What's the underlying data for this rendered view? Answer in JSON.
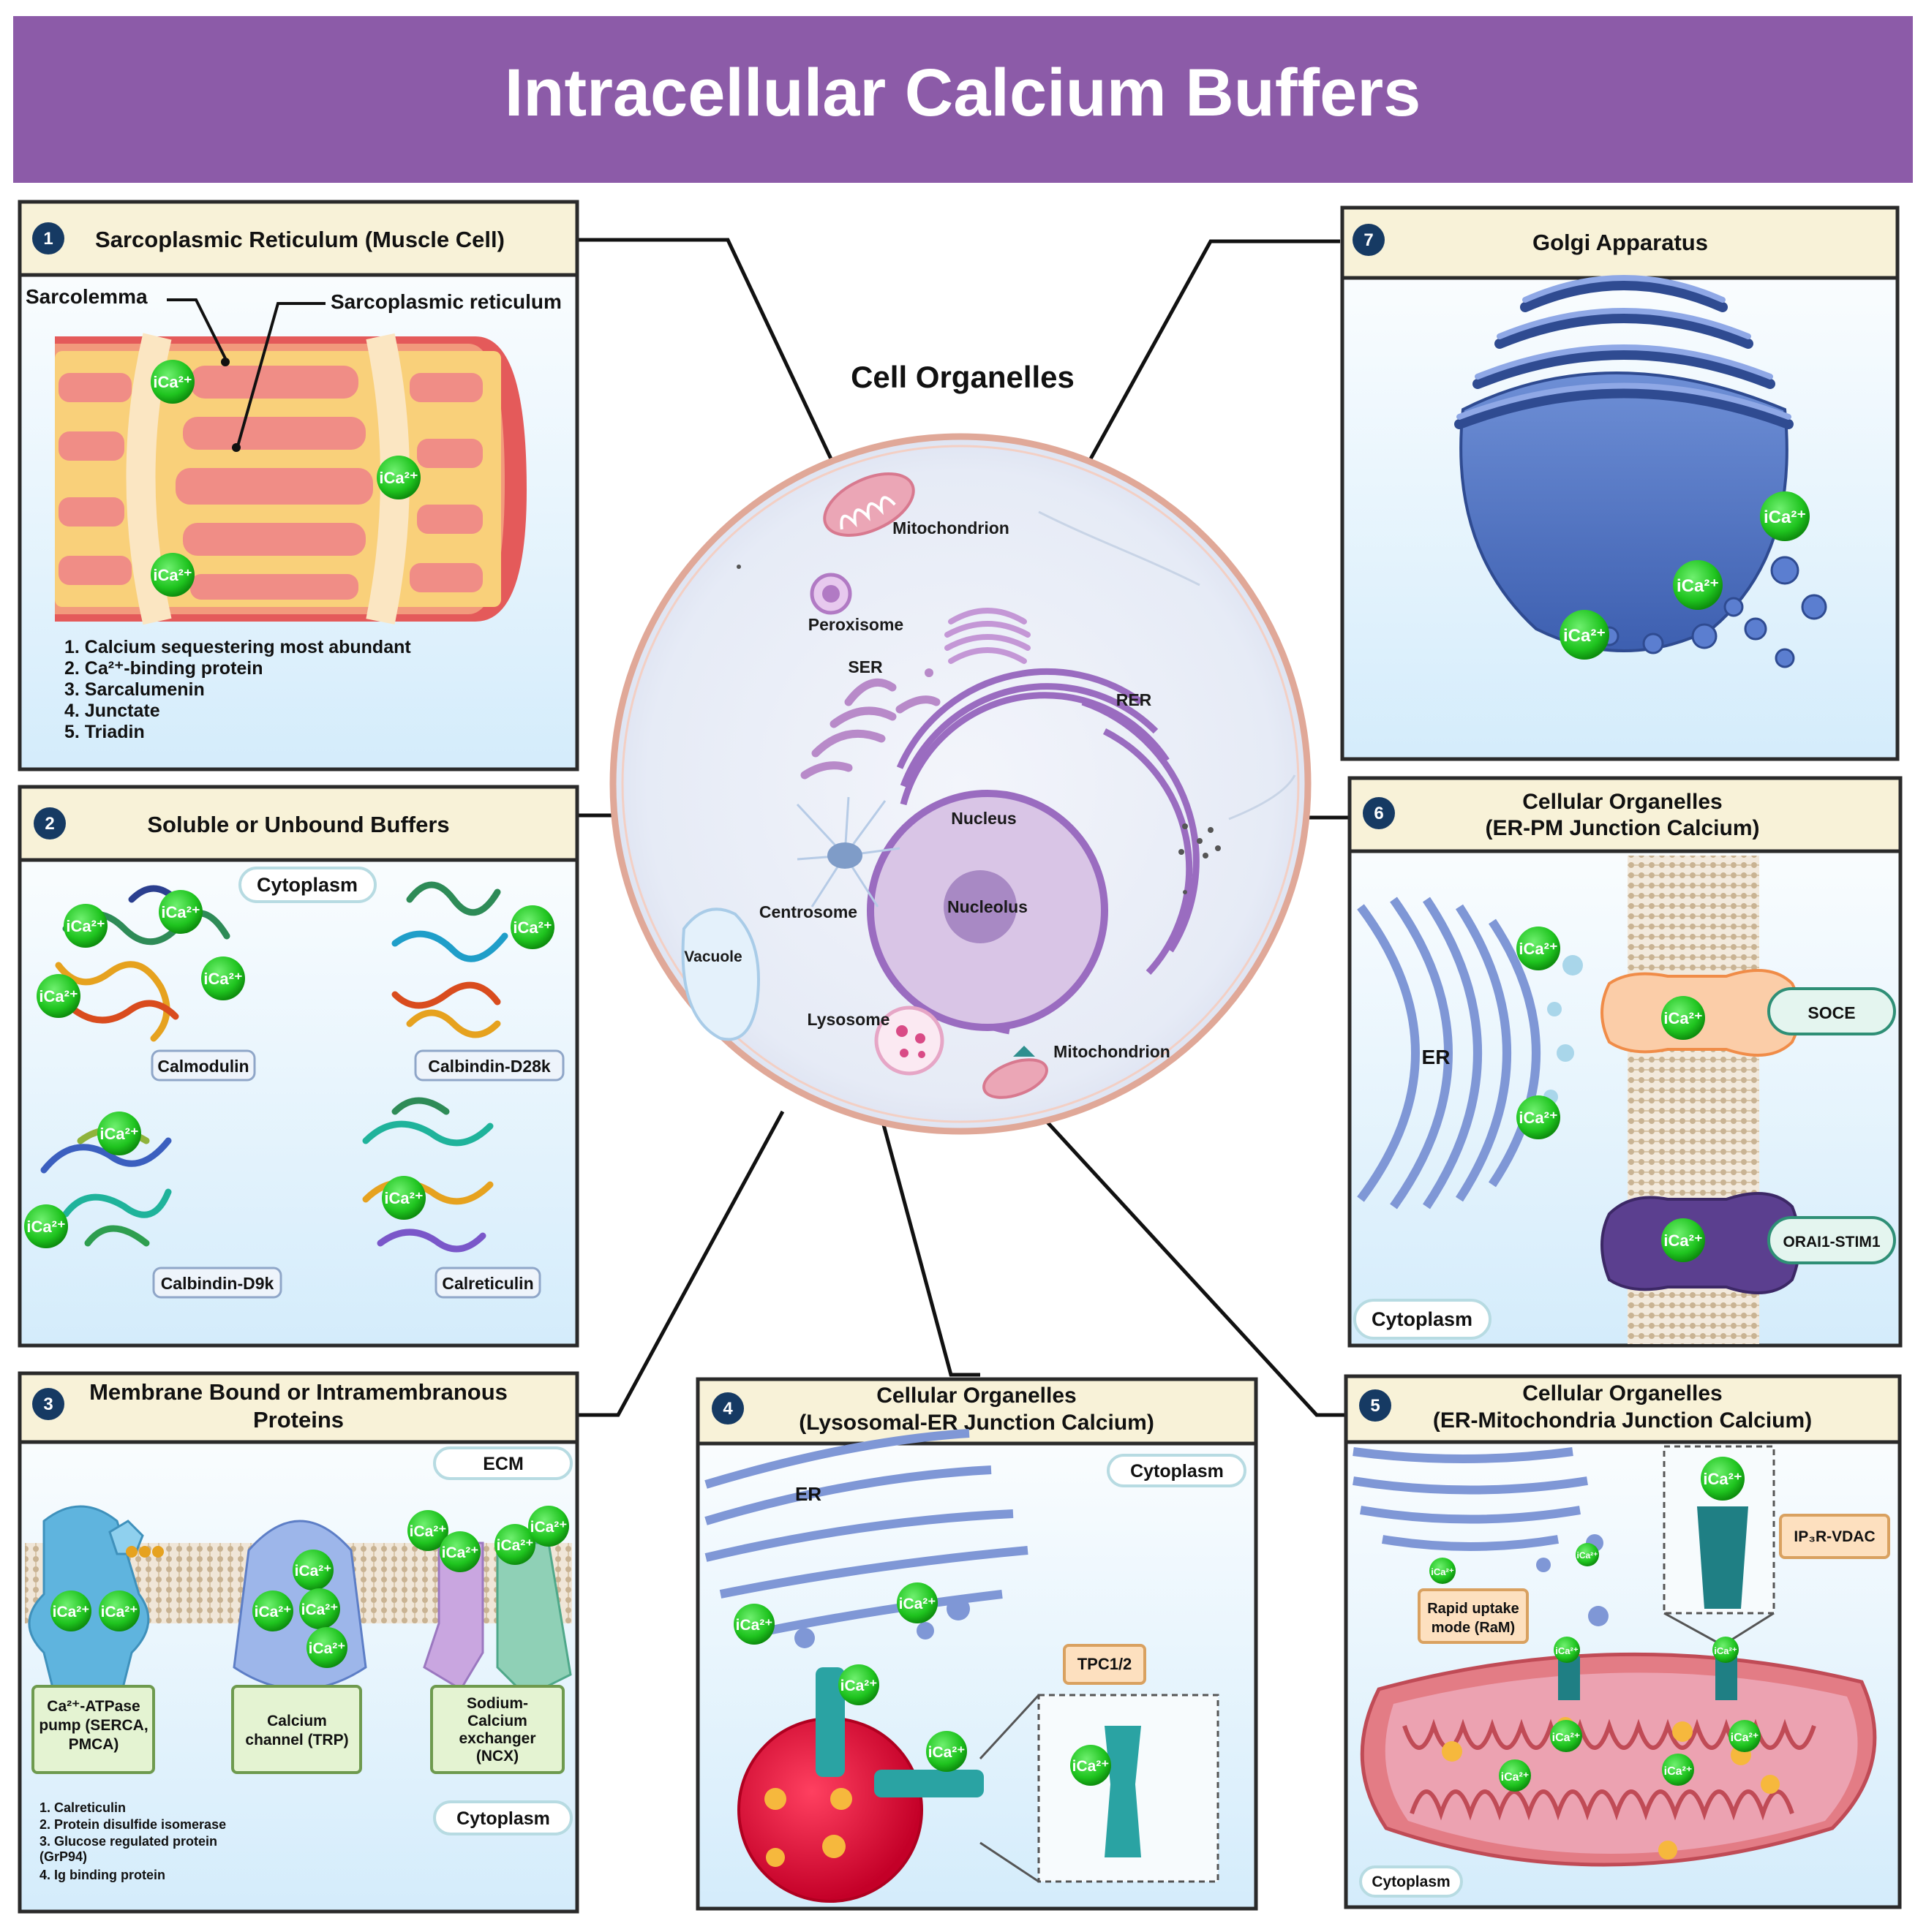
{
  "title": "Intracellular Calcium Buffers",
  "center_title": "Cell Organelles",
  "ion": "iCa²⁺",
  "colors": {
    "header": "#8c5ba8",
    "panel_head": "#f8f2d8",
    "panel_border": "#2a2a2a",
    "badge": "#163a63",
    "ca": "#22cc22"
  },
  "cell": {
    "mitochondrion": "Mitochondrion",
    "peroxisome": "Peroxisome",
    "ser": "SER",
    "rer": "RER",
    "nucleus": "Nucleus",
    "nucleolus": "Nucleolus",
    "centrosome": "Centrosome",
    "vacuole": "Vacuole",
    "lysosome": "Lysosome",
    "mitochondrion2": "Mitochondrion"
  },
  "panels": {
    "p1": {
      "num": "1",
      "title": "Sarcoplasmic Reticulum (Muscle Cell)",
      "label_sarcolemma": "Sarcolemma",
      "label_sr": "Sarcoplasmic reticulum",
      "list": [
        "1.  Calcium sequestering most abundant",
        "2.  Ca²⁺-binding protein",
        "3.  Sarcalumenin",
        "4.  Junctate",
        "5.  Triadin"
      ]
    },
    "p2": {
      "num": "2",
      "title": "Soluble or Unbound Buffers",
      "cytoplasm": "Cytoplasm",
      "proteins": [
        "Calmodulin",
        "Calbindin-D28k",
        "Calbindin-D9k",
        "Calreticulin"
      ]
    },
    "p3": {
      "num": "3",
      "title_line1": "Membrane Bound or Intramembranous",
      "title_line2": "Proteins",
      "ecm": "ECM",
      "cytoplasm": "Cytoplasm",
      "box1": [
        "Ca²⁺-ATPase",
        "pump (SERCA,",
        "PMCA)"
      ],
      "box2": [
        "Calcium",
        "channel (TRP)"
      ],
      "box3": [
        "Sodium-",
        "Calcium",
        "exchanger",
        "(NCX)"
      ],
      "list": [
        "1.  Calreticulin",
        "2.  Protein disulfide isomerase",
        "3.  Glucose regulated protein",
        "     (GrP94)",
        "4.  Ig binding protein"
      ]
    },
    "p4": {
      "num": "4",
      "title_line1": "Cellular Organelles",
      "title_line2": "(Lysosomal-ER Junction Calcium)",
      "er": "ER",
      "cytoplasm": "Cytoplasm",
      "tpc": "TPC1/2"
    },
    "p5": {
      "num": "5",
      "title_line1": "Cellular Organelles",
      "title_line2": "(ER-Mitochondria Junction Calcium)",
      "ip3r": "IP₃R-VDAC",
      "ram_line1": "Rapid uptake",
      "ram_line2": "mode (RaM)",
      "cytoplasm": "Cytoplasm"
    },
    "p6": {
      "num": "6",
      "title_line1": "Cellular Organelles",
      "title_line2": "(ER-PM Junction Calcium)",
      "er": "ER",
      "soce": "SOCE",
      "orai": "ORAI1-STIM1",
      "cytoplasm": "Cytoplasm"
    },
    "p7": {
      "num": "7",
      "title": "Golgi Apparatus"
    }
  }
}
